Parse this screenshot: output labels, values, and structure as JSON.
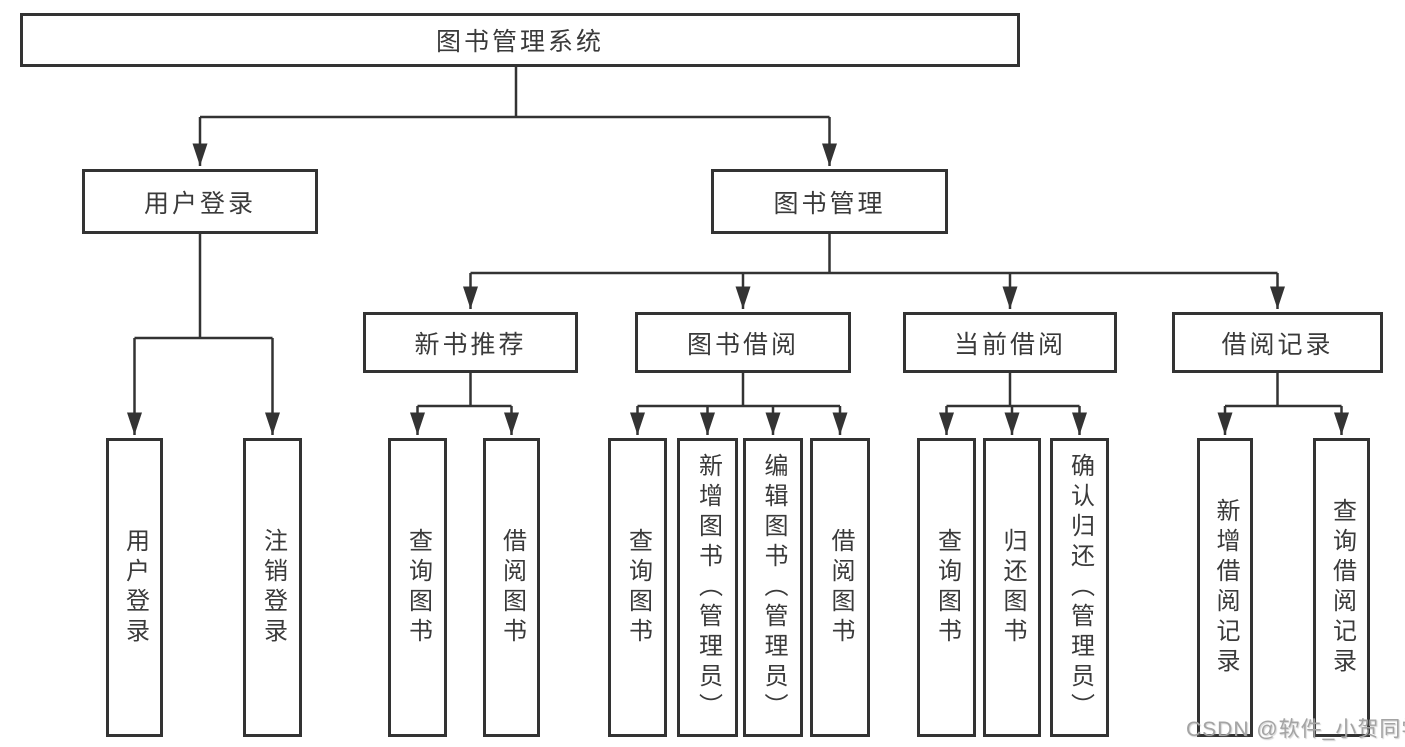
{
  "diagram": {
    "title": "图书管理系统",
    "root": {
      "label": "图书管理系统"
    },
    "level1": [
      {
        "label": "用户登录",
        "parent": "图书管理系统"
      },
      {
        "label": "图书管理",
        "parent": "图书管理系统"
      }
    ],
    "level2": [
      {
        "label": "新书推荐",
        "parent": "图书管理"
      },
      {
        "label": "图书借阅",
        "parent": "图书管理"
      },
      {
        "label": "当前借阅",
        "parent": "图书管理"
      },
      {
        "label": "借阅记录",
        "parent": "图书管理"
      }
    ],
    "leaves": [
      {
        "label": "用户登录",
        "parent": "用户登录"
      },
      {
        "label": "注销登录",
        "parent": "用户登录"
      },
      {
        "label": "查询图书",
        "parent": "新书推荐"
      },
      {
        "label": "借阅图书",
        "parent": "新书推荐"
      },
      {
        "label": "查询图书",
        "parent": "图书借阅"
      },
      {
        "label": "新增图书（管理员）",
        "parent": "图书借阅"
      },
      {
        "label": "编辑图书（管理员）",
        "parent": "图书借阅"
      },
      {
        "label": "借阅图书",
        "parent": "图书借阅"
      },
      {
        "label": "查询图书",
        "parent": "当前借阅"
      },
      {
        "label": "归还图书",
        "parent": "当前借阅"
      },
      {
        "label": "确认归还（管理员）",
        "parent": "当前借阅"
      },
      {
        "label": "新增借阅记录",
        "parent": "借阅记录"
      },
      {
        "label": "查询借阅记录",
        "parent": "借阅记录"
      }
    ]
  },
  "watermark": {
    "text": "CSDN @软件_小贺同学"
  },
  "colors": {
    "line": "#333333",
    "box_border": "#333333",
    "text": "#3a3a3a",
    "watermark_text": "#a4a4a4",
    "background": "#ffffff"
  }
}
